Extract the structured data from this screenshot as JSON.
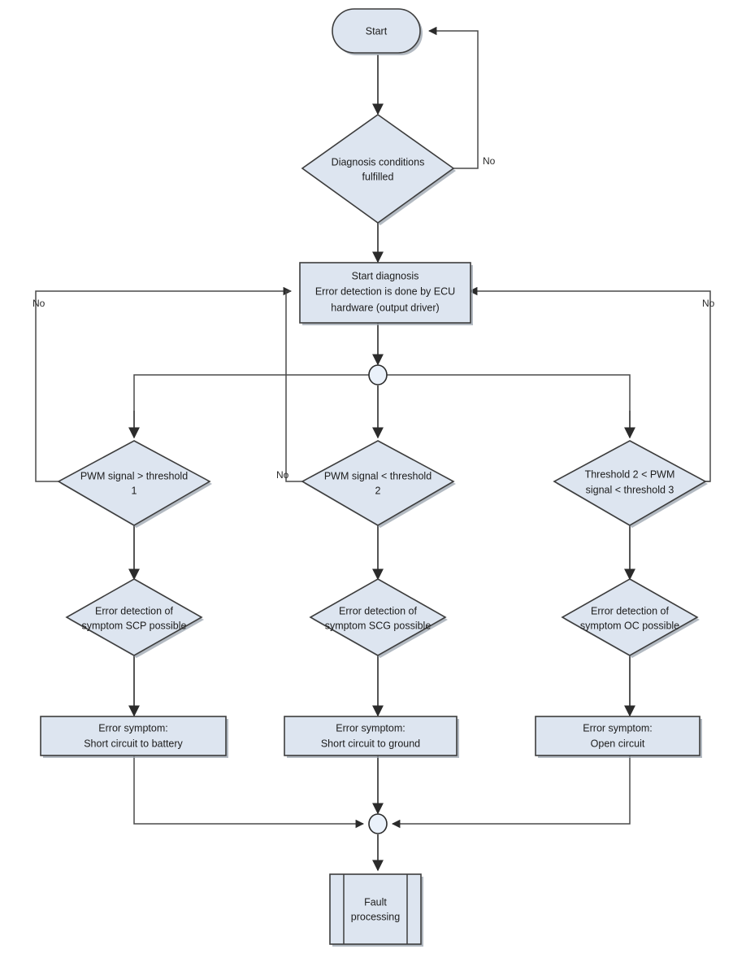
{
  "diagram": {
    "title": "PWM output driver error detection flowchart",
    "colors": {
      "node_fill": "#dde5f0",
      "node_stroke": "#3d3d3d",
      "edge": "#555555",
      "text": "#1c1c1c",
      "background": "#ffffff"
    },
    "nodes": {
      "start": {
        "label": "Start",
        "shape": "terminator"
      },
      "diagnosis_conditions": {
        "line1": "Diagnosis conditions",
        "line2": "fulfilled",
        "shape": "decision"
      },
      "start_diagnosis": {
        "line1": "Start diagnosis",
        "line2": "Error detection is done by ECU",
        "line3": "hardware (output driver)",
        "shape": "process"
      },
      "decision_left": {
        "line1": "PWM signal > threshold",
        "line2": "1",
        "shape": "decision"
      },
      "decision_middle": {
        "line1": "PWM signal < threshold",
        "line2": "2",
        "shape": "decision"
      },
      "decision_right": {
        "line1": "Threshold 2 < PWM",
        "line2": "signal < threshold 3",
        "shape": "decision"
      },
      "detect_scp": {
        "line1": "Error detection of",
        "line2": "symptom SCP possible",
        "shape": "decision"
      },
      "detect_scg": {
        "line1": "Error detection of",
        "line2": "symptom SCG possible",
        "shape": "decision"
      },
      "detect_oc": {
        "line1": "Error detection of",
        "line2": "symptom OC possible",
        "shape": "decision"
      },
      "symptom_scp": {
        "line1": "Error symptom:",
        "line2": "Short circuit to battery",
        "shape": "process"
      },
      "symptom_scg": {
        "line1": "Error symptom:",
        "line2": "Short circuit to ground",
        "shape": "process"
      },
      "symptom_oc": {
        "line1": "Error symptom:",
        "line2": "Open circuit",
        "shape": "process"
      },
      "fault_processing": {
        "line1": "Fault",
        "line2": "processing",
        "shape": "predefined-process"
      },
      "junction_top": {
        "label": "",
        "shape": "connector"
      },
      "junction_bottom": {
        "label": "",
        "shape": "connector"
      }
    },
    "edge_labels": {
      "no_diagnosis_conditions": "No",
      "no_left": "No",
      "no_middle": "No",
      "no_right": "No"
    }
  }
}
